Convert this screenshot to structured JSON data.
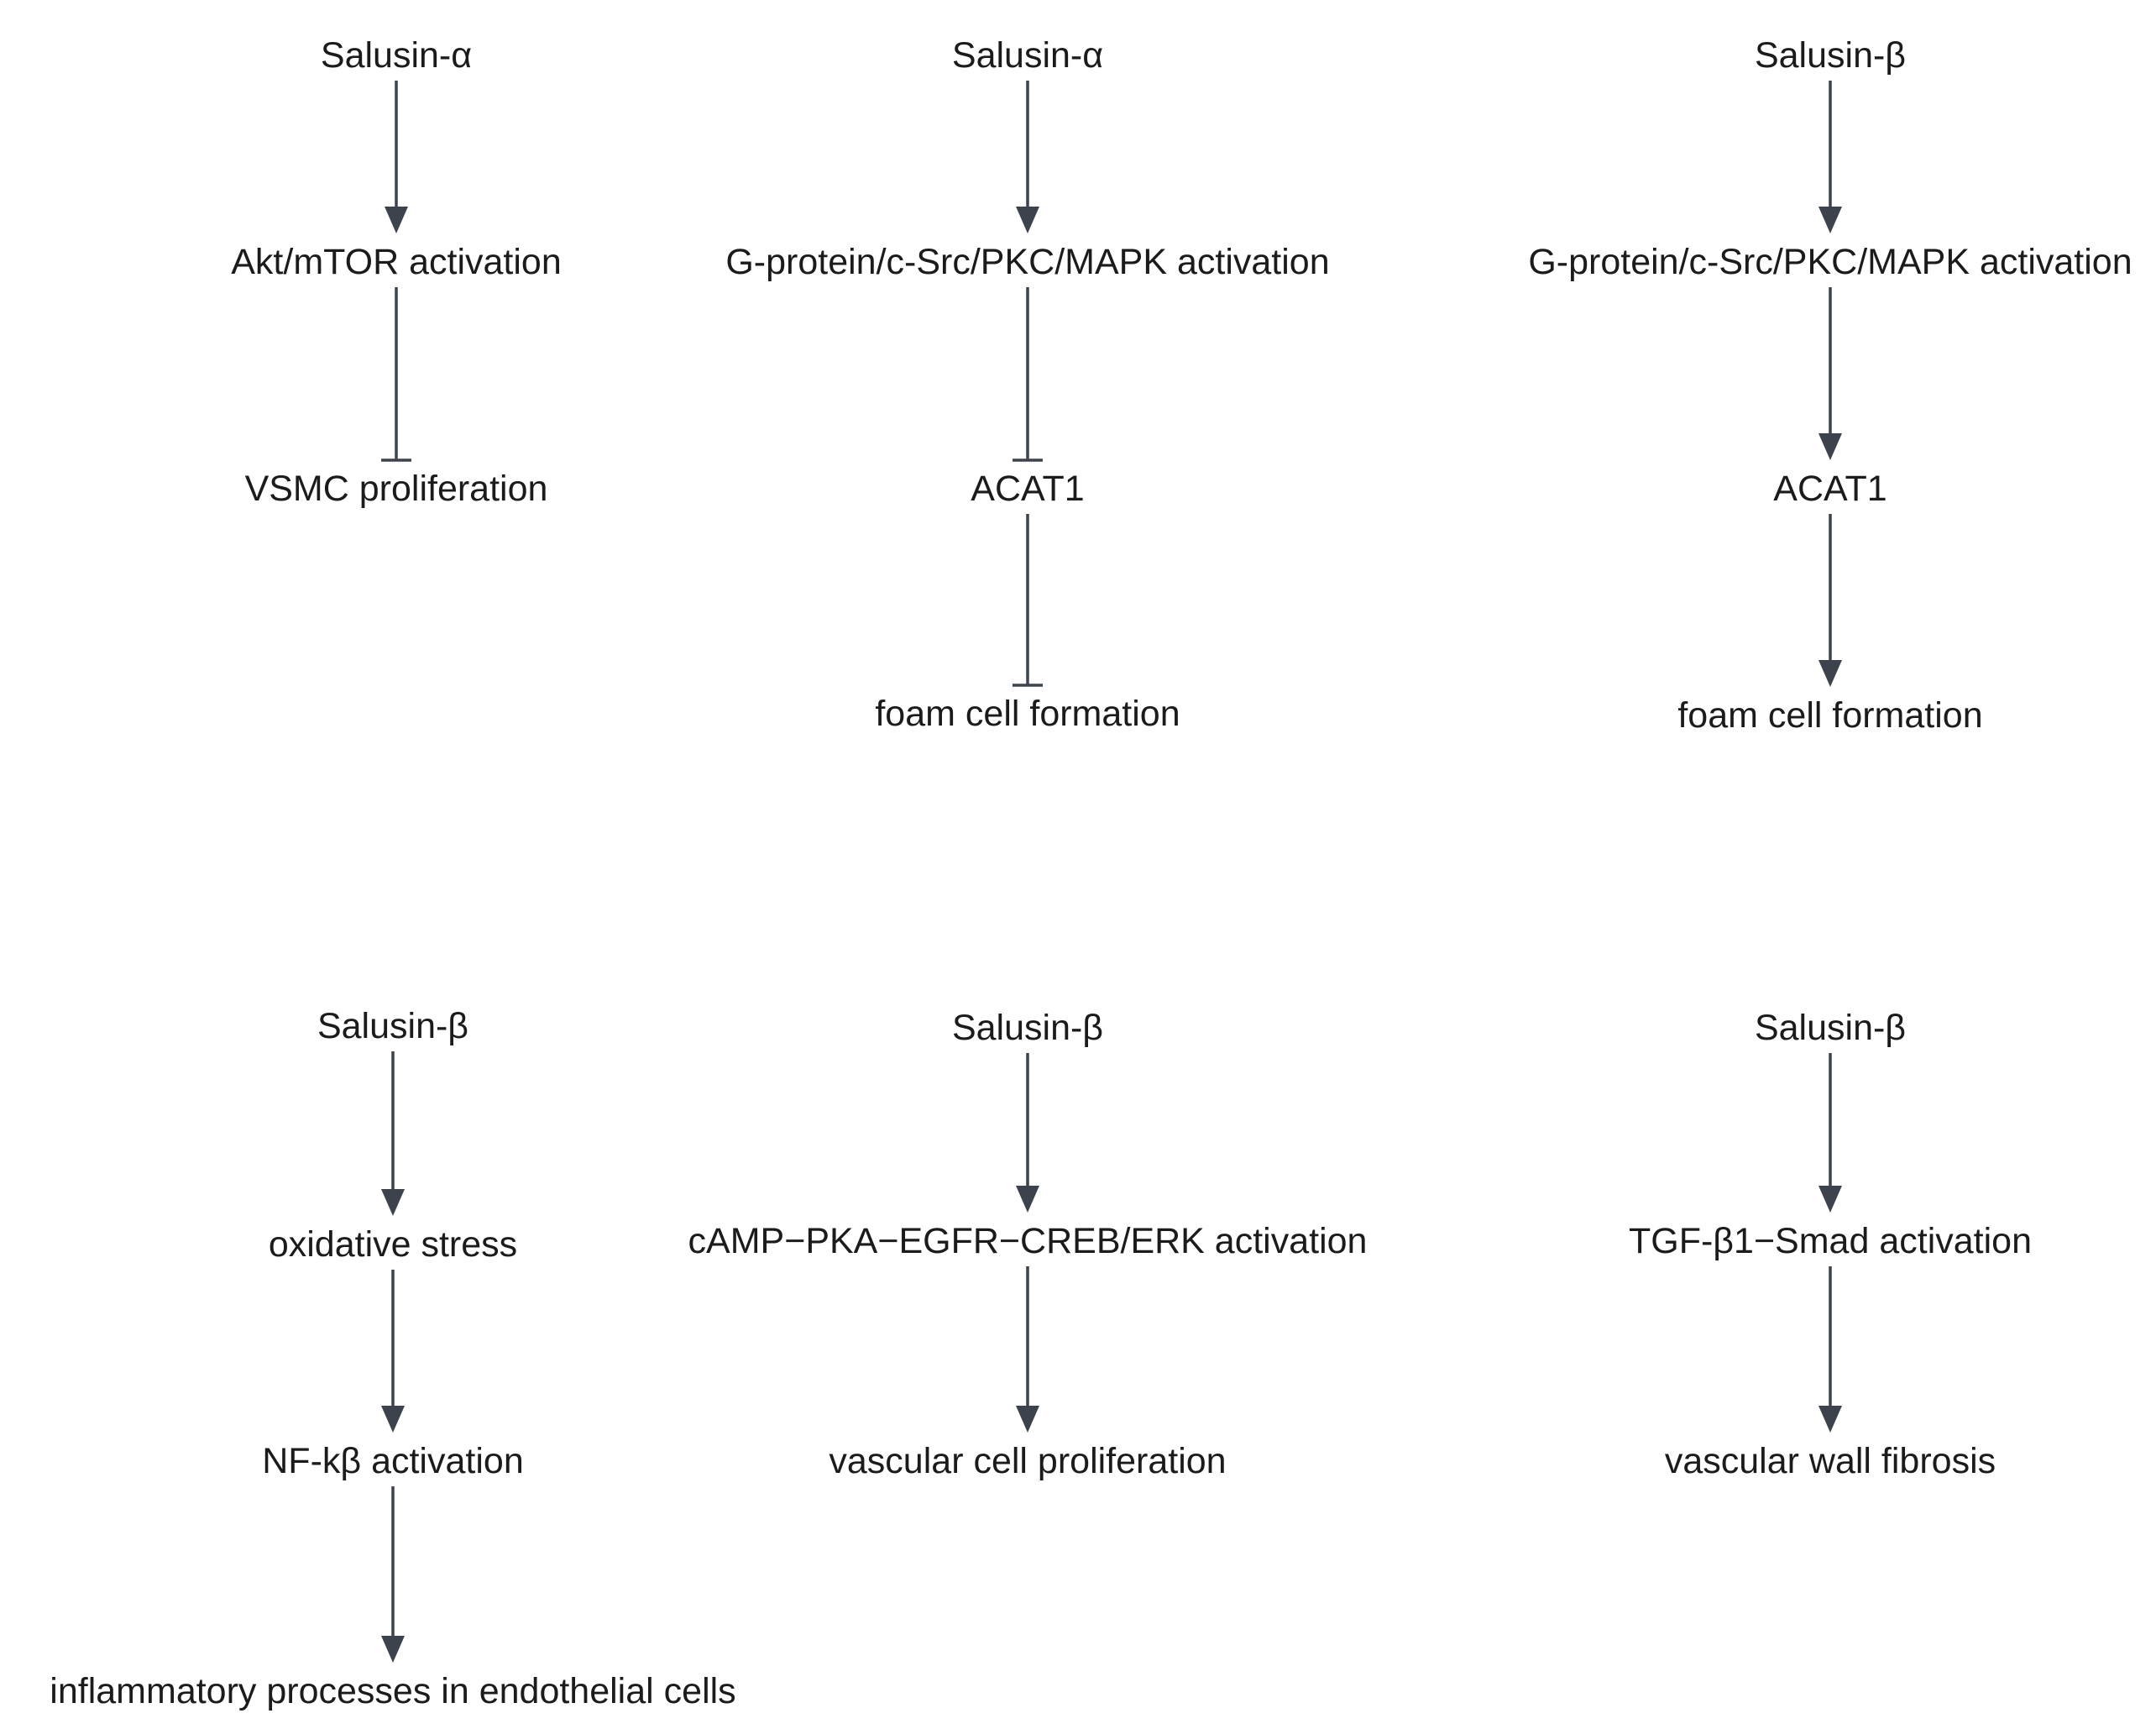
{
  "diagram": {
    "colors": {
      "text": "#1b1b1b",
      "connector": "#3d434d",
      "background": "#ffffff"
    },
    "pathways": [
      {
        "id": "p1",
        "nodes": [
          "Salusin-α",
          "Akt/mTOR activation",
          "VSMC proliferation"
        ],
        "links": [
          "activates",
          "inhibits"
        ]
      },
      {
        "id": "p2",
        "nodes": [
          "Salusin-α",
          "G-protein/c-Src/PKC/MAPK activation",
          "ACAT1",
          "foam cell formation"
        ],
        "links": [
          "activates",
          "inhibits",
          "inhibits"
        ]
      },
      {
        "id": "p3",
        "nodes": [
          "Salusin-β",
          "G-protein/c-Src/PKC/MAPK activation",
          "ACAT1",
          "foam cell formation"
        ],
        "links": [
          "activates",
          "activates",
          "activates"
        ]
      },
      {
        "id": "p4",
        "nodes": [
          "Salusin-β",
          "oxidative stress",
          "NF-kβ activation",
          "inflammatory processes in endothelial cells"
        ],
        "links": [
          "activates",
          "activates",
          "activates"
        ]
      },
      {
        "id": "p5",
        "nodes": [
          "Salusin-β",
          "cAMP−PKA−EGFR−CREB/ERK activation",
          "vascular cell proliferation"
        ],
        "links": [
          "activates",
          "activates"
        ]
      },
      {
        "id": "p6",
        "nodes": [
          "Salusin-β",
          "TGF-β1−Smad activation",
          "vascular wall fibrosis"
        ],
        "links": [
          "activates",
          "activates"
        ]
      }
    ]
  }
}
